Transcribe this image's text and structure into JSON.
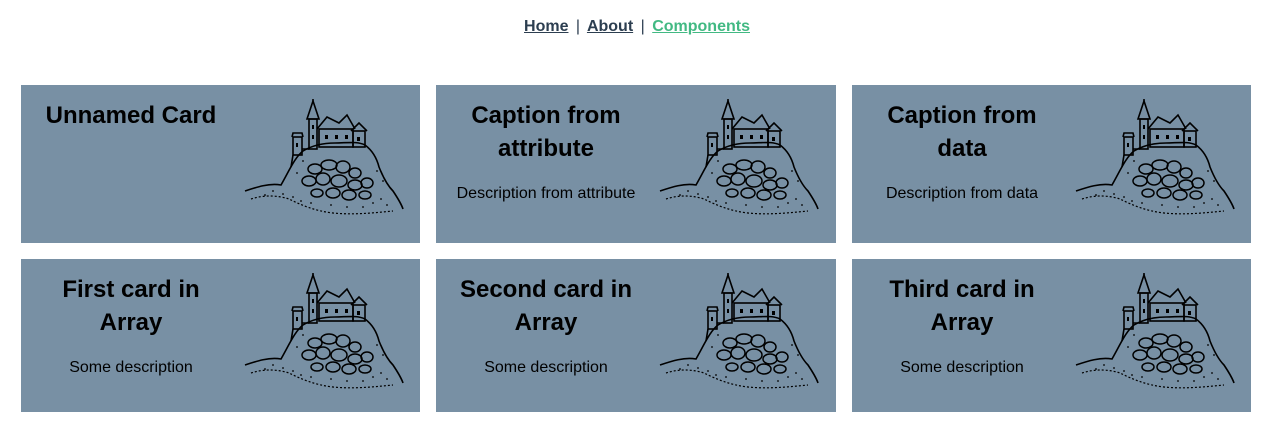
{
  "nav": {
    "home": "Home",
    "about": "About",
    "components": "Components",
    "separator": "|"
  },
  "cards": [
    {
      "caption": "Unnamed Card",
      "description": ""
    },
    {
      "caption": "Caption from attribute",
      "description": "Description from attribute"
    },
    {
      "caption": "Caption from data",
      "description": "Description from data"
    },
    {
      "caption": "First card in Array",
      "description": "Some description"
    },
    {
      "caption": "Second card in Array",
      "description": "Some description"
    },
    {
      "caption": "Third card in Array",
      "description": "Some description"
    }
  ],
  "colors": {
    "card_bg": "#7890a4",
    "link": "#2c3e50",
    "active_link": "#42b983"
  },
  "icon": "castle-on-hill-illustration"
}
